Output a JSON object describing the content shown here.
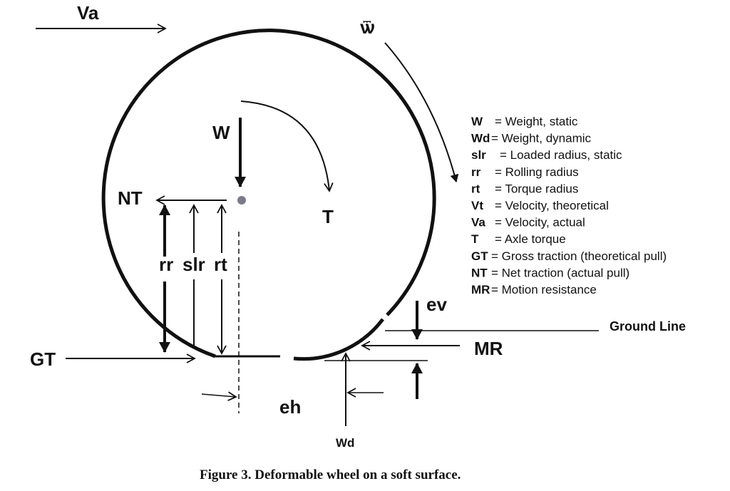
{
  "labels": {
    "va": "Va",
    "omega": "ѿ",
    "w": "W",
    "nt": "NT",
    "t": "T",
    "rr": "rr",
    "slr": "slr",
    "rt": "rt",
    "gt": "GT",
    "ev": "ev",
    "mr": "MR",
    "eh": "eh",
    "wd": "Wd",
    "ground_line": "Ground Line"
  },
  "legend": [
    {
      "key": "W",
      "def": "= Weight, static"
    },
    {
      "key": "Wd",
      "def": "= Weight, dynamic"
    },
    {
      "key": "slr",
      "def": "= Loaded radius, static"
    },
    {
      "key": "rr",
      "def": "= Rolling radius"
    },
    {
      "key": "rt",
      "def": "= Torque radius"
    },
    {
      "key": "Vt",
      "def": "= Velocity, theoretical"
    },
    {
      "key": "Va",
      "def": "= Velocity, actual"
    },
    {
      "key": "T",
      "def": "= Axle torque"
    },
    {
      "key": "GT",
      "def": "= Gross traction (theoretical pull)"
    },
    {
      "key": "NT",
      "def": "= Net traction (actual pull)"
    },
    {
      "key": "MR",
      "def": "= Motion resistance"
    }
  ],
  "caption": "Figure 3. Deformable wheel on a soft surface."
}
